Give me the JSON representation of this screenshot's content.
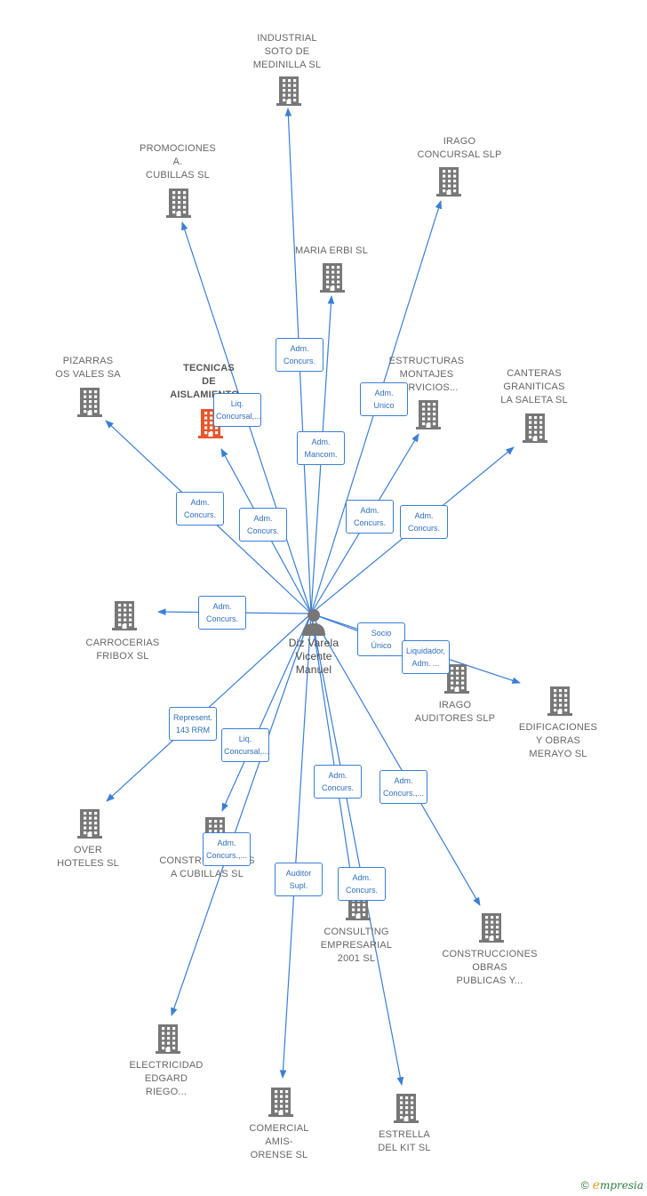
{
  "center": {
    "name_lines": [
      "Diz Varela",
      "Vicente",
      "Manuel"
    ],
    "icon": "person-icon",
    "color": "#777777"
  },
  "colors": {
    "edge": "#3a7fd5",
    "node": "#777777",
    "focus_node": "#e8562a",
    "label_text": "#2f6fbf"
  },
  "companies": [
    {
      "id": "industrial-soto",
      "lines": [
        "INDUSTRIAL",
        "SOTO DE",
        "MEDINILLA SL"
      ],
      "highlight": false
    },
    {
      "id": "promociones-cubillas",
      "lines": [
        "PROMOCIONES",
        "A.",
        "CUBILLAS SL"
      ],
      "highlight": false
    },
    {
      "id": "irago-concursal",
      "lines": [
        "IRAGO",
        "CONCURSAL SLP"
      ],
      "highlight": false
    },
    {
      "id": "maria-erbi",
      "lines": [
        "MARIA ERBI SL"
      ],
      "highlight": false
    },
    {
      "id": "pizarras-vales",
      "lines": [
        "PIZARRAS",
        "OS VALES SA"
      ],
      "highlight": false
    },
    {
      "id": "tecnicas-aislamiento",
      "lines": [
        "TECNICAS",
        "DE",
        "AISLAMIENTO..."
      ],
      "highlight": true
    },
    {
      "id": "estructuras-montajes",
      "lines": [
        "ESTRUCTURAS",
        "MONTAJES",
        "SERVICIOS..."
      ],
      "highlight": false
    },
    {
      "id": "canteras-saleta",
      "lines": [
        "CANTERAS",
        "GRANITICAS",
        "LA SALETA SL"
      ],
      "highlight": false
    },
    {
      "id": "carrocerias-fribox",
      "lines": [
        "CARROCERIAS",
        "FRIBOX SL"
      ],
      "highlight": false
    },
    {
      "id": "irago-auditores",
      "lines": [
        "IRAGO",
        "AUDITORES  SLP"
      ],
      "highlight": false
    },
    {
      "id": "edificaciones-merayo",
      "lines": [
        "EDIFICACIONES",
        "Y OBRAS",
        "MERAYO SL"
      ],
      "highlight": false
    },
    {
      "id": "over-hoteles",
      "lines": [
        "OVER",
        "HOTELES SL"
      ],
      "highlight": false
    },
    {
      "id": "construcciones-cubillas",
      "lines": [
        "CONSTRUCCIONES",
        "A CUBILLAS SL"
      ],
      "highlight": false
    },
    {
      "id": "consulting-empresarial",
      "lines": [
        "CONSULTING",
        "EMPRESARIAL",
        "2001 SL"
      ],
      "highlight": false
    },
    {
      "id": "construcciones-obras",
      "lines": [
        "CONSTRUCCIONES",
        "OBRAS",
        "PUBLICAS Y..."
      ],
      "highlight": false
    },
    {
      "id": "electricidad-edgard",
      "lines": [
        "ELECTRICIDAD",
        "EDGARD",
        "RIEGO..."
      ],
      "highlight": false
    },
    {
      "id": "comercial-amis",
      "lines": [
        "COMERCIAL",
        "AMIS-",
        "ORENSE SL"
      ],
      "highlight": false
    },
    {
      "id": "estrella-kit",
      "lines": [
        "ESTRELLA",
        "DEL KIT SL"
      ],
      "highlight": false
    }
  ],
  "relations": [
    {
      "target": "industrial-soto",
      "lines": [
        "Adm.",
        "Concurs."
      ]
    },
    {
      "target": "promociones-cubillas",
      "lines": [
        "Liq.",
        "Concursal,..."
      ]
    },
    {
      "target": "maria-erbi",
      "lines": [
        "Adm.",
        "Mancom."
      ]
    },
    {
      "target": "irago-concursal",
      "lines": [
        "Adm.",
        "Unico"
      ]
    },
    {
      "target": "pizarras-vales",
      "lines": [
        "Adm.",
        "Concurs."
      ]
    },
    {
      "target": "tecnicas-aislamiento",
      "lines": [
        "Adm.",
        "Concurs."
      ]
    },
    {
      "target": "estructuras-montajes",
      "lines": [
        "Adm.",
        "Concurs."
      ]
    },
    {
      "target": "canteras-saleta",
      "lines": [
        "Adm.",
        "Concurs."
      ]
    },
    {
      "target": "carrocerias-fribox",
      "lines": [
        "Adm.",
        "Concurs."
      ]
    },
    {
      "target": "irago-auditores",
      "lines": [
        "Socio",
        "Único"
      ]
    },
    {
      "target": "edificaciones-merayo",
      "lines": [
        "Liquidador,",
        "Adm. ..."
      ]
    },
    {
      "target": "over-hoteles",
      "lines": [
        "Represent.",
        "143 RRM"
      ]
    },
    {
      "target": "construcciones-cubillas",
      "lines": [
        "Liq.",
        "Concursal,..."
      ]
    },
    {
      "target": "electricidad-edgard",
      "lines": [
        "Adm.",
        "Concurs.,..."
      ]
    },
    {
      "target": "comercial-amis",
      "lines": [
        "Auditor",
        "Supl."
      ]
    },
    {
      "target": "consulting-empresarial",
      "lines": [
        "Adm.",
        "Concurs."
      ]
    },
    {
      "target": "construcciones-obras",
      "lines": [
        "Adm.",
        "Concurs.,..."
      ]
    },
    {
      "target": "estrella-kit",
      "lines": [
        "Adm.",
        "Concurs."
      ]
    }
  ],
  "brand": {
    "copyright": "©",
    "first_letter": "e",
    "rest": "mpresia"
  }
}
